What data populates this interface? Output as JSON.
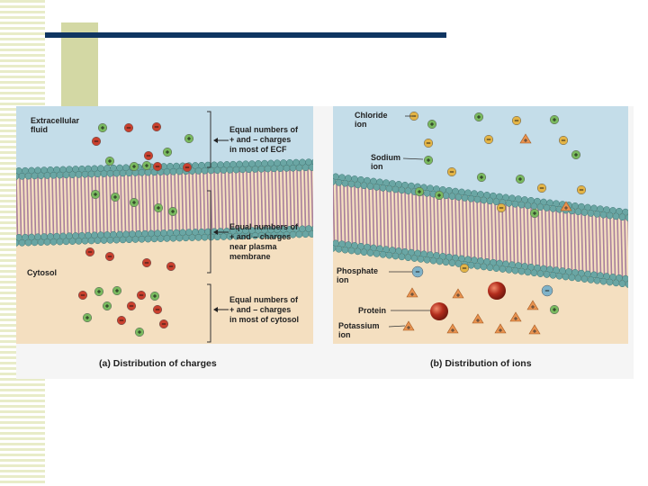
{
  "panel_a": {
    "extracellular_label": [
      "Extracellular",
      "fluid"
    ],
    "cytosol_label": "Cytosol",
    "bracket_labels": [
      [
        "Equal numbers of",
        "+ and – charges",
        "in most of ECF"
      ],
      [
        "Equal numbers of",
        "+ and – charges",
        "near plasma",
        "membrane"
      ],
      [
        "Equal numbers of",
        "+ and – charges",
        "in most of cytosol"
      ]
    ],
    "caption": "(a) Distribution of charges"
  },
  "panel_b": {
    "chloride_label": [
      "Chloride",
      "ion"
    ],
    "sodium_label": [
      "Sodium",
      "ion"
    ],
    "phosphate_label": [
      "Phosphate",
      "ion"
    ],
    "protein_label": "Protein",
    "potassium_label": [
      "Potassium",
      "ion"
    ],
    "caption": "(b) Distribution of ions"
  },
  "colors": {
    "ecf": "#c4dde9",
    "cytosol": "#f4dfc0",
    "lipid_head": "#6aa6a4",
    "tail": "#a87f9c",
    "positive_ion": "#79b95f",
    "negative_red": "#c9402e",
    "chloride": "#e3b446",
    "phosphate": "#7fb2c8",
    "protein": "#b22c1c",
    "potassium": "#e8924f",
    "title_bar": "#0f3561"
  },
  "icons": [
    "plus-ion-icon",
    "minus-ion-icon",
    "chloride-ion-icon",
    "sodium-ion-icon",
    "phosphate-ion-icon",
    "protein-icon",
    "potassium-ion-icon",
    "arrow-icon",
    "bracket-icon"
  ]
}
